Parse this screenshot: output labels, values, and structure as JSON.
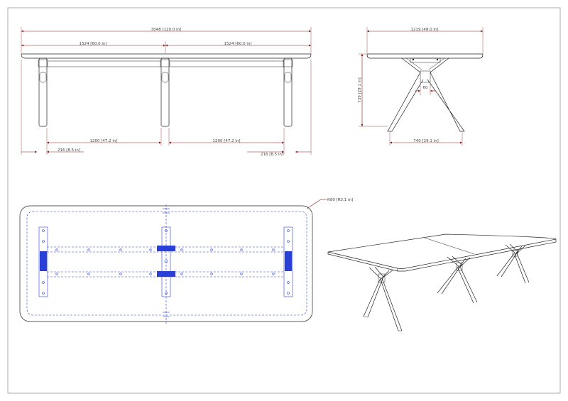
{
  "drawing": {
    "front_view": {
      "overall_length": "3048 [120.0 in]",
      "half_length_left": "1524 [60.0 in]",
      "half_length_right": "1524 [60.0 in]",
      "leg_span_left": "1200 [47.2 in]",
      "leg_span_right": "1200 [47.2 in]",
      "overhang_left": "216 [8.5 in]",
      "overhang_right": "216 [8.5 in]"
    },
    "side_view": {
      "width": "1219 [48.0 in]",
      "height": "739 [29.1 in]",
      "leg_gap": "60",
      "leg_base": "740 [29.1 in]"
    },
    "plan_view": {
      "corner_radius": "R80 [R3.1 in]"
    }
  }
}
